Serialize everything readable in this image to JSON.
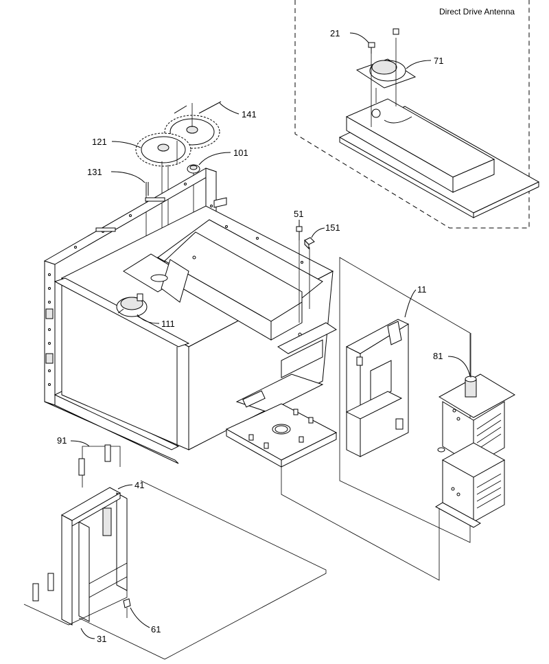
{
  "diagram": {
    "inset_title": "Direct Drive Antenna",
    "callouts": [
      {
        "id": "c21",
        "text": "21"
      },
      {
        "id": "c71",
        "text": "71"
      },
      {
        "id": "c141",
        "text": "141"
      },
      {
        "id": "c121",
        "text": "121"
      },
      {
        "id": "c101",
        "text": "101"
      },
      {
        "id": "c131",
        "text": "131"
      },
      {
        "id": "c51",
        "text": "51"
      },
      {
        "id": "c151",
        "text": "151"
      },
      {
        "id": "c11",
        "text": "11"
      },
      {
        "id": "c111",
        "text": "111"
      },
      {
        "id": "c81",
        "text": "81"
      },
      {
        "id": "c91",
        "text": "91"
      },
      {
        "id": "c41",
        "text": "41"
      },
      {
        "id": "c61",
        "text": "61"
      },
      {
        "id": "c31",
        "text": "31"
      }
    ]
  }
}
